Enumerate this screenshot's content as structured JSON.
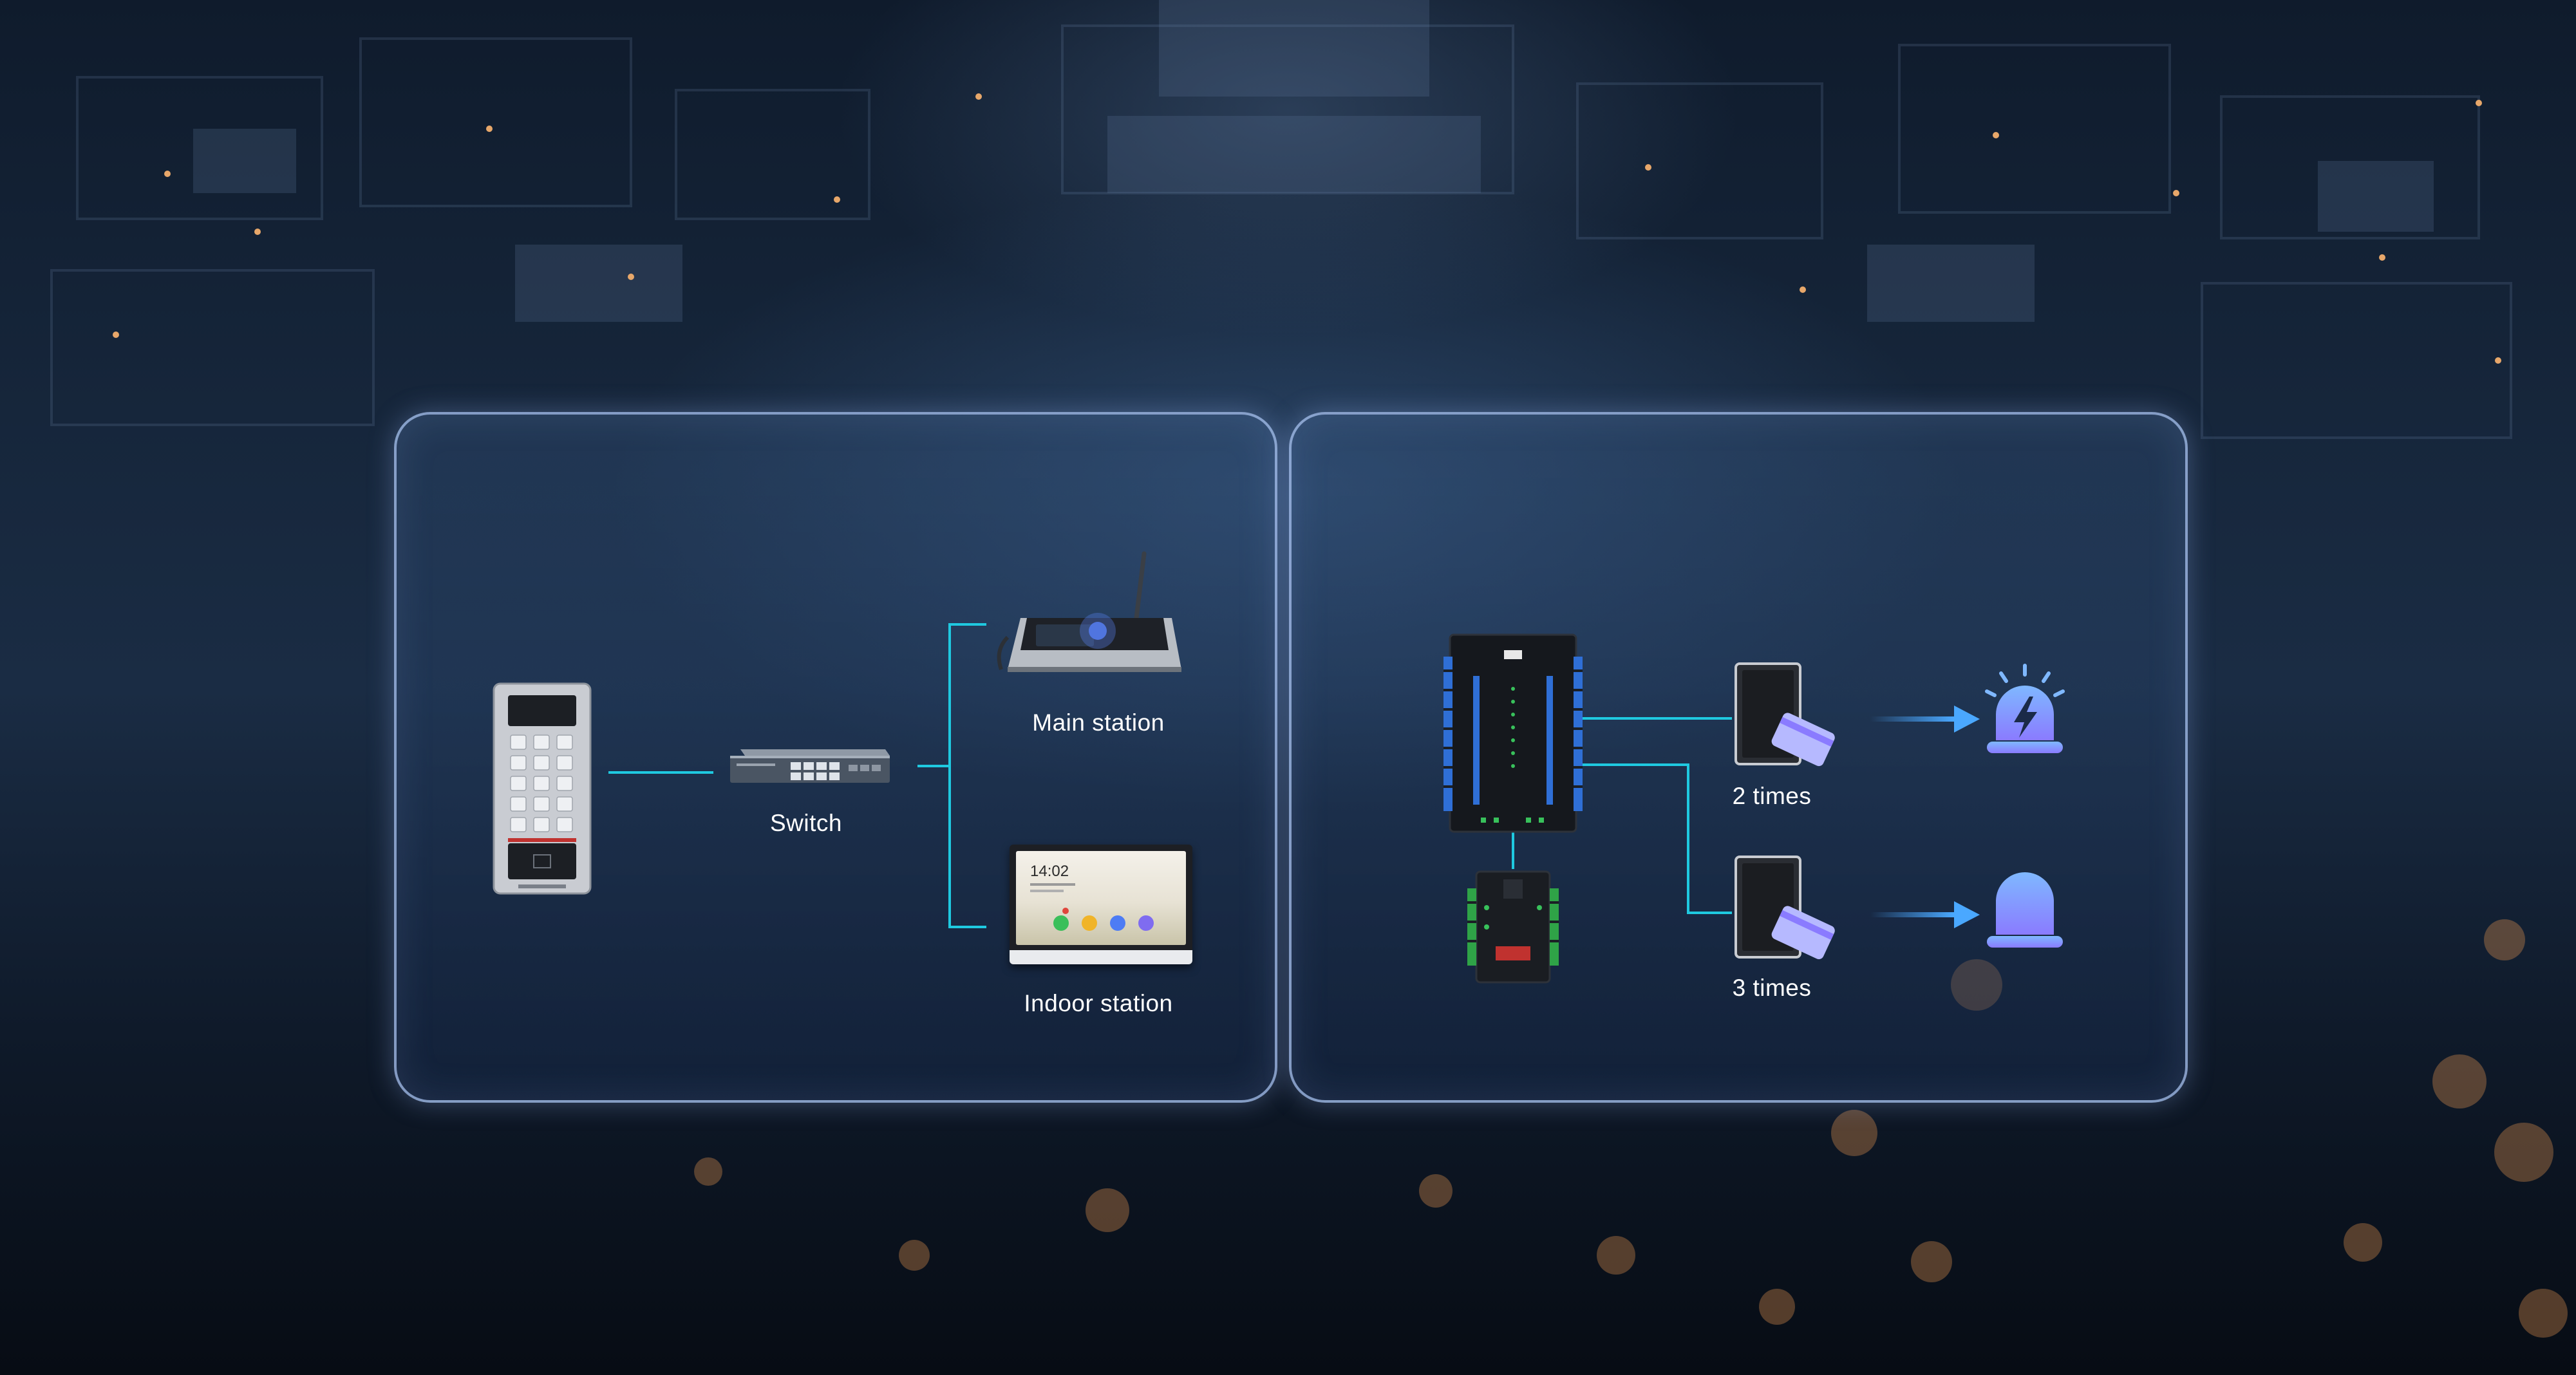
{
  "diagram": {
    "left_panel": {
      "switch_label": "Switch",
      "main_station_label": "Main station",
      "indoor_station_label": "Indoor station",
      "indoor_screen_time": "14:02"
    },
    "right_panel": {
      "two_times_label": "2 times",
      "three_times_label": "3 times"
    }
  },
  "colors": {
    "connector": "#1fc9e0",
    "arrow": "#4aa8ff",
    "alarm_gradient_top": "#7fb8ff",
    "alarm_gradient_bottom": "#8a7bff"
  }
}
